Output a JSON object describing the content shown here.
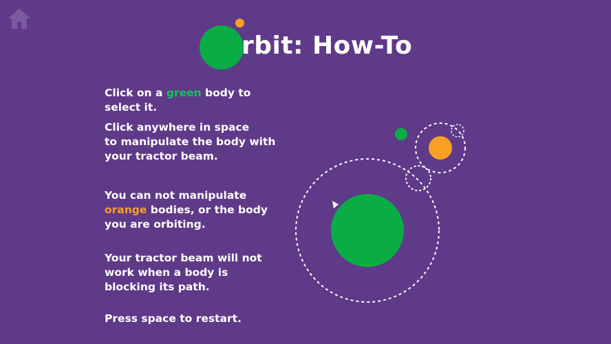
{
  "title": {
    "text": "rbit: How-To"
  },
  "instructions": {
    "p1_pre": "Click on a ",
    "p1_green": "green",
    "p1_post": " body to\nselect it.",
    "p2": "Click anywhere in space\nto manipulate the body with\nyour tractor beam.",
    "p3_orange": "orange",
    "p3_pre": "You can not manipulate\n",
    "p3_post": " bodies, or the body\nyou are orbiting.",
    "p4": "Your tractor beam will not\nwork when a body is\nblocking its path.",
    "p5": "Press space to restart."
  },
  "colors": {
    "background": "#5f3a88",
    "green": "#0aad45",
    "orange": "#f7a024",
    "orbit": "#ffffff"
  },
  "icons": {
    "home": "home-icon",
    "player": "player-ship-icon"
  }
}
